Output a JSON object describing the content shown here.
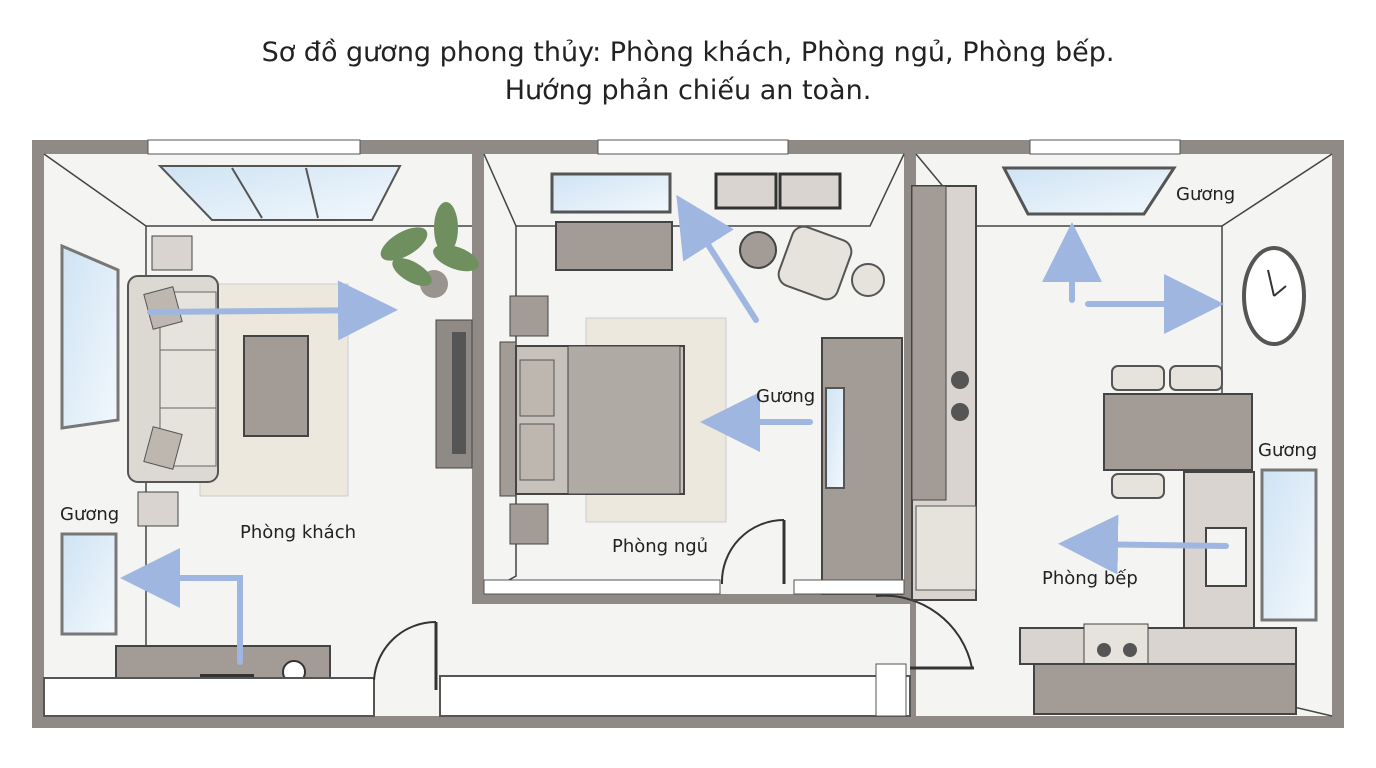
{
  "title": {
    "line1": "Sơ đồ gương phong thủy: Phòng khách, Phòng ngủ, Phòng bếp.",
    "line2": "Hướng phản chiếu an toàn."
  },
  "rooms": {
    "living": "Phòng khách",
    "bedroom": "Phòng ngủ",
    "kitchen": "Phòng bếp"
  },
  "mirror_label": "Gương",
  "colors": {
    "wall": "#8f8a85",
    "floor": "#f4f4f2",
    "furniture": "#a39b95",
    "arrow": "#9fb6e0"
  }
}
